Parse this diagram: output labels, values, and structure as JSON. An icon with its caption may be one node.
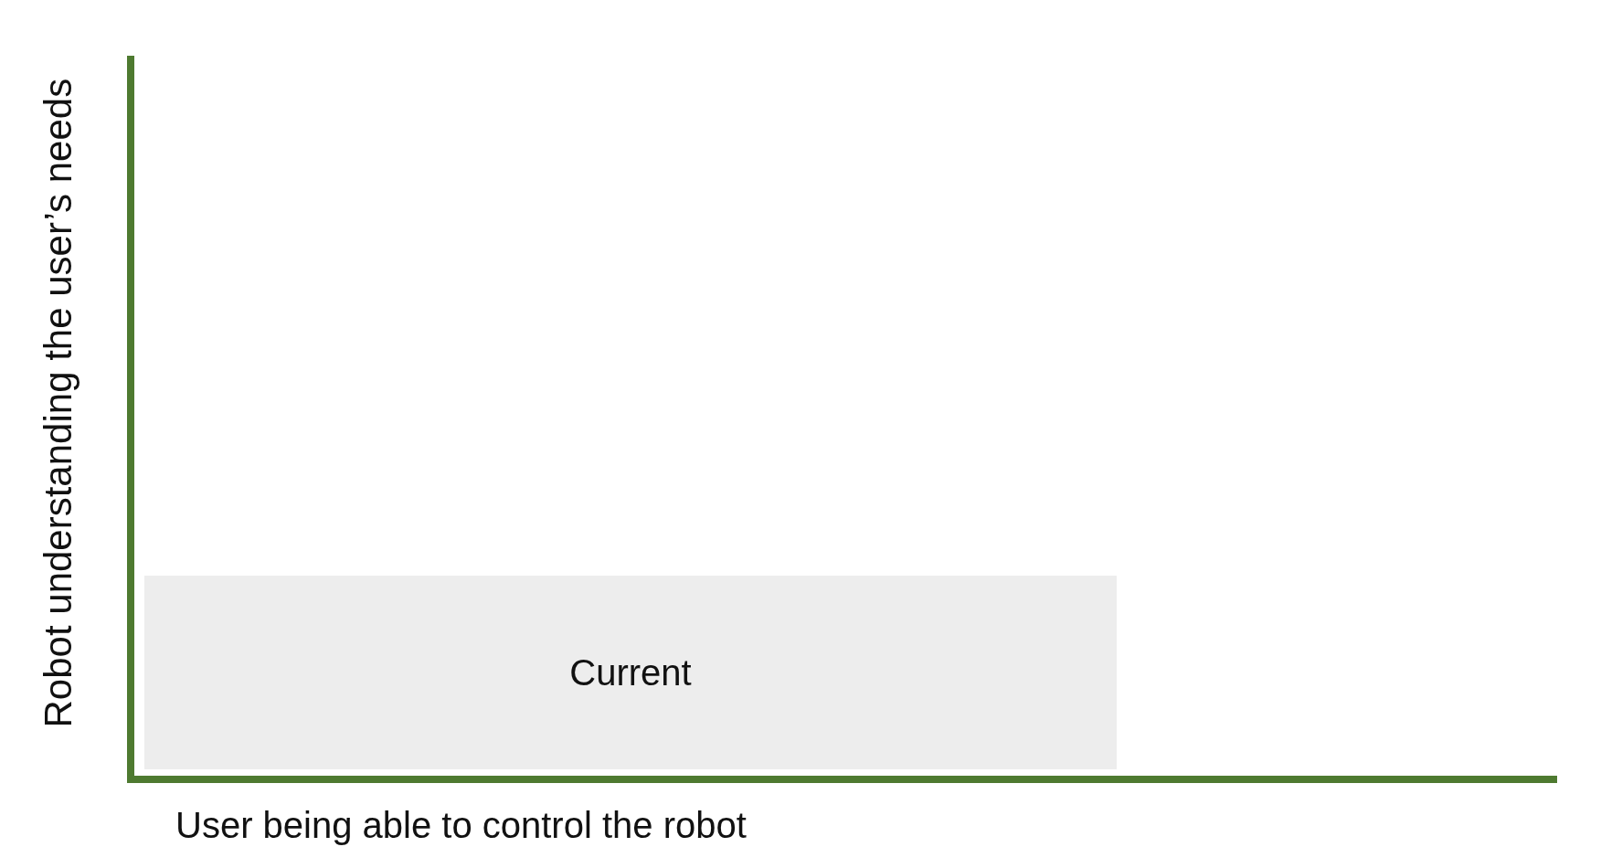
{
  "diagram": {
    "nodes": [
      {
        "text": [
          "Current"
        ]
      }
    ],
    "labels": [
      "Robot understanding the user’s needs",
      "User being able to control the robot"
    ]
  }
}
